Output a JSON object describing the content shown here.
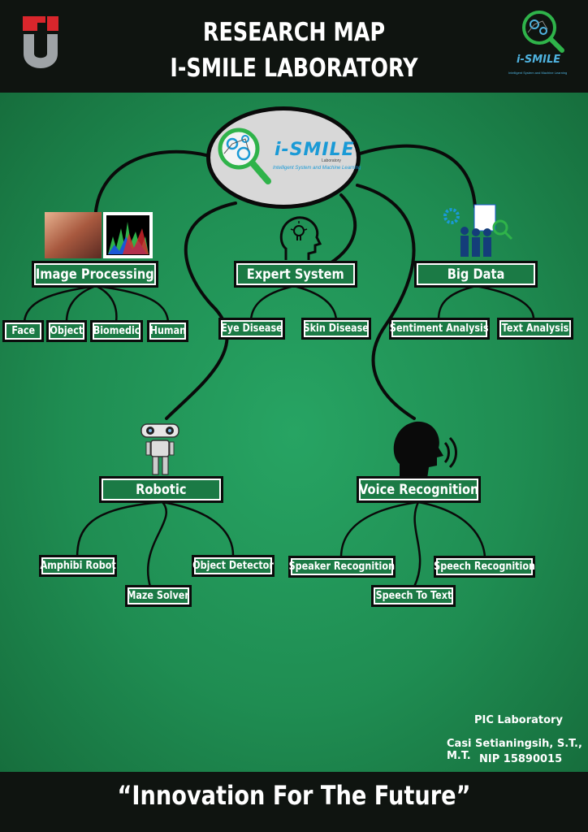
{
  "header": {
    "title_line1": "RESEARCH MAP",
    "title_line2": "I-SMILE LABORATORY",
    "left_logo_icon": "telkom-university-logo",
    "right_logo_icon": "ismile-logo",
    "right_logo_brand": "i-SMILE",
    "right_logo_tagline": "Intelligent System and Machine Learning"
  },
  "center": {
    "brand": "i-SMILE",
    "sub": "Laboratory",
    "tagline": "Intelligent System and Machine Learning",
    "icon": "magnifier-gears-icon"
  },
  "branches": {
    "image_processing": {
      "label": "Image Processing",
      "icon": "image-histogram-icon",
      "children": [
        "Face",
        "Object",
        "Biomedic",
        "Human"
      ]
    },
    "expert_system": {
      "label": "Expert System",
      "icon": "head-lightbulb-icon",
      "children": [
        "Eye Disease",
        "Skin Disease"
      ]
    },
    "big_data": {
      "label": "Big Data",
      "icon": "data-people-icon",
      "children": [
        "Sentiment Analysis",
        "Text Analysis"
      ]
    },
    "robotic": {
      "label": "Robotic",
      "icon": "robot-icon",
      "children": [
        "Amphibi Robot",
        "Maze Solver",
        "Object Detector"
      ]
    },
    "voice_recognition": {
      "label": "Voice Recognition",
      "icon": "speaking-head-icon",
      "children": [
        "Speaker Recognition",
        "Speech To Text",
        "Speech Recognition"
      ]
    }
  },
  "pic": {
    "heading": "PIC Laboratory",
    "name": "Casi Setianingsih, S.T., M.T.",
    "nip": "NIP 15890015"
  },
  "footer": {
    "tagline": "“Innovation For The Future”"
  },
  "colors": {
    "background": "#22995a",
    "bars": "#0f1410",
    "node_fill": "#1b7a45",
    "brand_blue": "#1a9ad6"
  }
}
